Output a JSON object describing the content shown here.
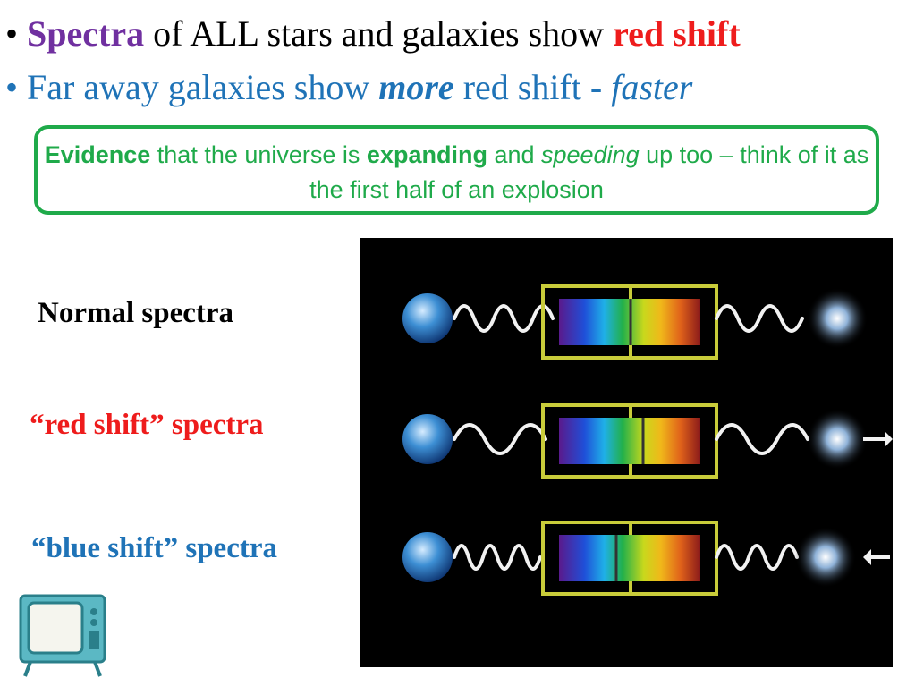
{
  "bullets": {
    "b1": {
      "marker": "•",
      "term": "Spectra",
      "mid": " of ALL stars and galaxies show ",
      "emph": "red shift"
    },
    "b2": {
      "marker": "•",
      "pre": " Far away galaxies show ",
      "emph": "more",
      "mid": " red shift - ",
      "end": "faster"
    }
  },
  "evidence": {
    "word1": "Evidence",
    "text1": " that the universe is ",
    "word2": "expanding",
    "text2": " and ",
    "word3": "speeding",
    "text3": " up too – think of it as the first half of an explosion"
  },
  "labels": {
    "normal": "Normal spectra",
    "red": "“red shift” spectra",
    "blue": "“blue shift” spectra"
  },
  "colors": {
    "purple": "#7030a0",
    "red": "#ee1c1c",
    "blue": "#1f73b7",
    "green": "#1faa4a",
    "frame": "#c9cc3a"
  },
  "icons": [
    "earth-icon",
    "galaxy-icon",
    "arrow-icon",
    "tv-icon"
  ]
}
